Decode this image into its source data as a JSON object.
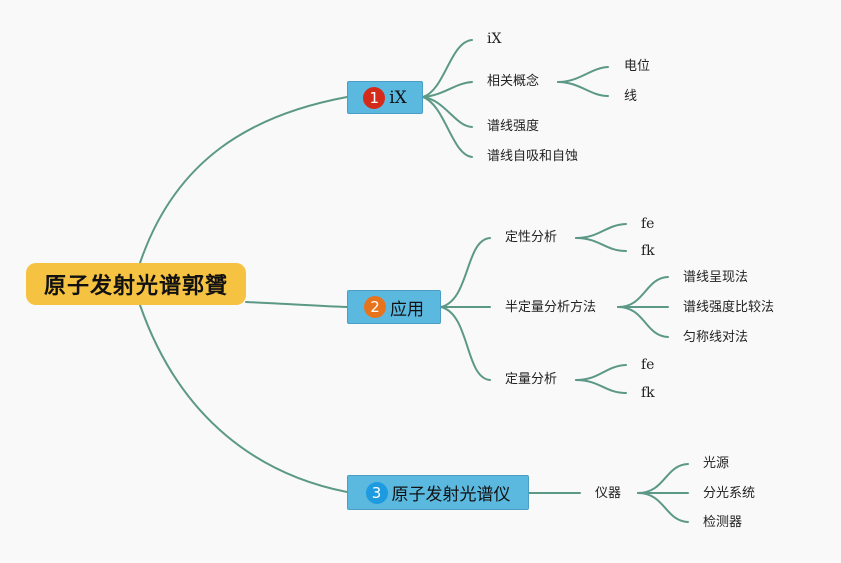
{
  "colors": {
    "root_fill": "#f5c242",
    "branch_fill": "#5bb8de",
    "link_stroke": "#5c9886",
    "badge_1": "#d42a1a",
    "badge_2": "#e8731d",
    "badge_3": "#1e9ae0"
  },
  "root": {
    "label": "原子发射光谱郭贇"
  },
  "branches": [
    {
      "badge": "1",
      "label": "iX",
      "children": [
        {
          "label": "iX"
        },
        {
          "label": "相关概念",
          "children": [
            {
              "label": "电位"
            },
            {
              "label": "线"
            }
          ]
        },
        {
          "label": "谱线强度"
        },
        {
          "label": "谱线自吸和自蚀"
        }
      ]
    },
    {
      "badge": "2",
      "label": "应用",
      "children": [
        {
          "label": "定性分析",
          "children": [
            {
              "label": "fe"
            },
            {
              "label": "fk"
            }
          ]
        },
        {
          "label": "半定量分析方法",
          "children": [
            {
              "label": "谱线呈现法"
            },
            {
              "label": "谱线强度比较法"
            },
            {
              "label": "匀称线对法"
            }
          ]
        },
        {
          "label": "定量分析",
          "children": [
            {
              "label": "fe"
            },
            {
              "label": "fk"
            }
          ]
        }
      ]
    },
    {
      "badge": "3",
      "label": "原子发射光谱仪",
      "children": [
        {
          "label": "仪器",
          "children": [
            {
              "label": "光源"
            },
            {
              "label": "分光系统"
            },
            {
              "label": "检测器"
            }
          ]
        }
      ]
    }
  ]
}
